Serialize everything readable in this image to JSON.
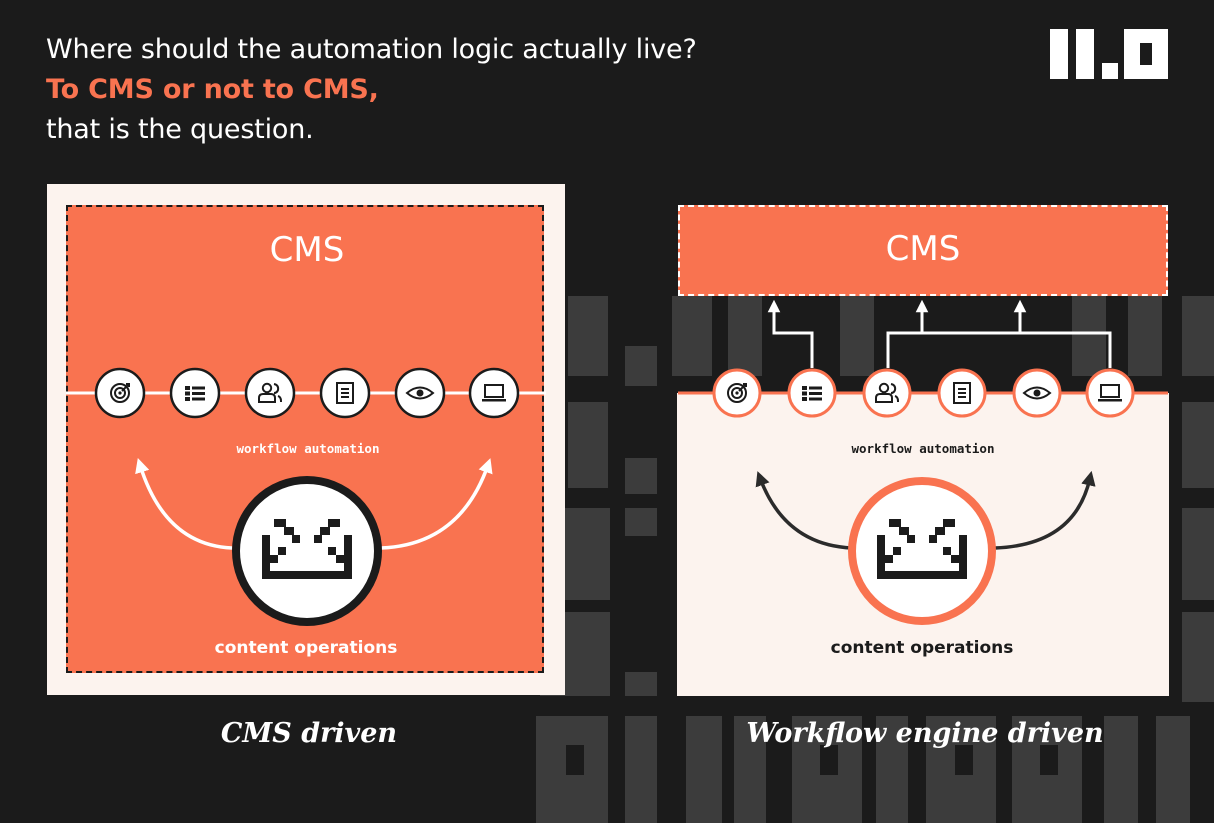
{
  "heading": {
    "line1": "Where should the automation logic actually live?",
    "line2": "To CMS or not to CMS,",
    "line3": "that is the question."
  },
  "logo": {
    "icon": "brand-logo-11-0"
  },
  "left_panel": {
    "cms_label": "CMS",
    "workflow_label": "workflow automation",
    "ops_label": "content operations",
    "caption": "CMS driven"
  },
  "right_panel": {
    "cms_label": "CMS",
    "workflow_label": "workflow automation",
    "ops_label": "content operations",
    "caption": "Workflow engine driven"
  },
  "icons": [
    "target-icon",
    "list-icon",
    "users-icon",
    "document-icon",
    "eye-icon",
    "laptop-icon"
  ],
  "center_icon": "robot-face-icon",
  "colors": {
    "background": "#1b1b1b",
    "accent": "#f97350",
    "cream": "#fcf3ee",
    "pattern": "#3d3d3d"
  }
}
